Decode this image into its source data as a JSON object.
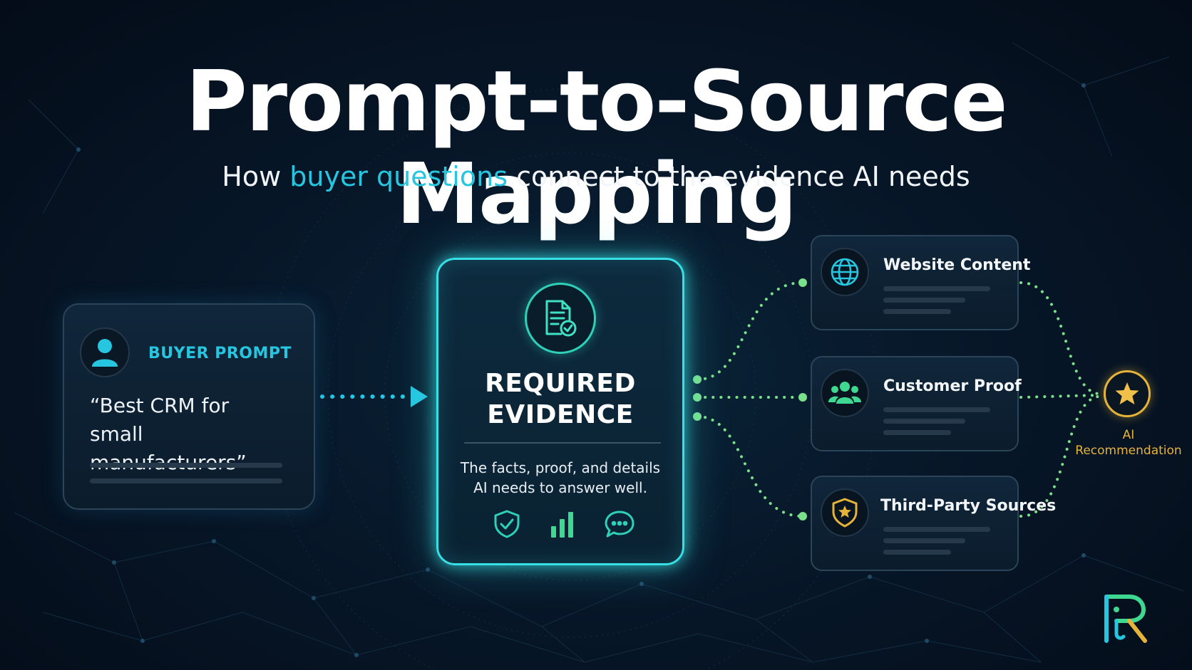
{
  "title": "Prompt-to-Source Mapping",
  "subtitle": {
    "before": "How ",
    "highlight": "buyer questions",
    "after": " connect to the evidence AI needs"
  },
  "buyer_prompt": {
    "icon": "user-icon",
    "label": "BUYER PROMPT",
    "quote_line1": "“Best CRM for",
    "quote_line2": "small manufacturers”"
  },
  "required_evidence": {
    "icon": "document-check-icon",
    "title_line1": "REQUIRED",
    "title_line2": "EVIDENCE",
    "desc_line1": "The facts, proof, and details",
    "desc_line2": "AI needs to answer well.",
    "icons": [
      "shield-check-icon",
      "bar-chart-icon",
      "chat-bubble-icon"
    ]
  },
  "sources": [
    {
      "title": "Website Content",
      "icon": "globe-icon"
    },
    {
      "title": "Customer Proof",
      "icon": "people-icon"
    },
    {
      "title": "Third-Party Sources",
      "icon": "badge-star-icon"
    }
  ],
  "ai_recommendation": {
    "icon": "star-icon",
    "label_line1": "AI",
    "label_line2": "Recommendation"
  },
  "colors": {
    "background": "#07182a",
    "accent_cyan": "#27c6e0",
    "glow_cyan": "#38e0e6",
    "flow_green": "#7be08a",
    "gold": "#e6b33a"
  }
}
